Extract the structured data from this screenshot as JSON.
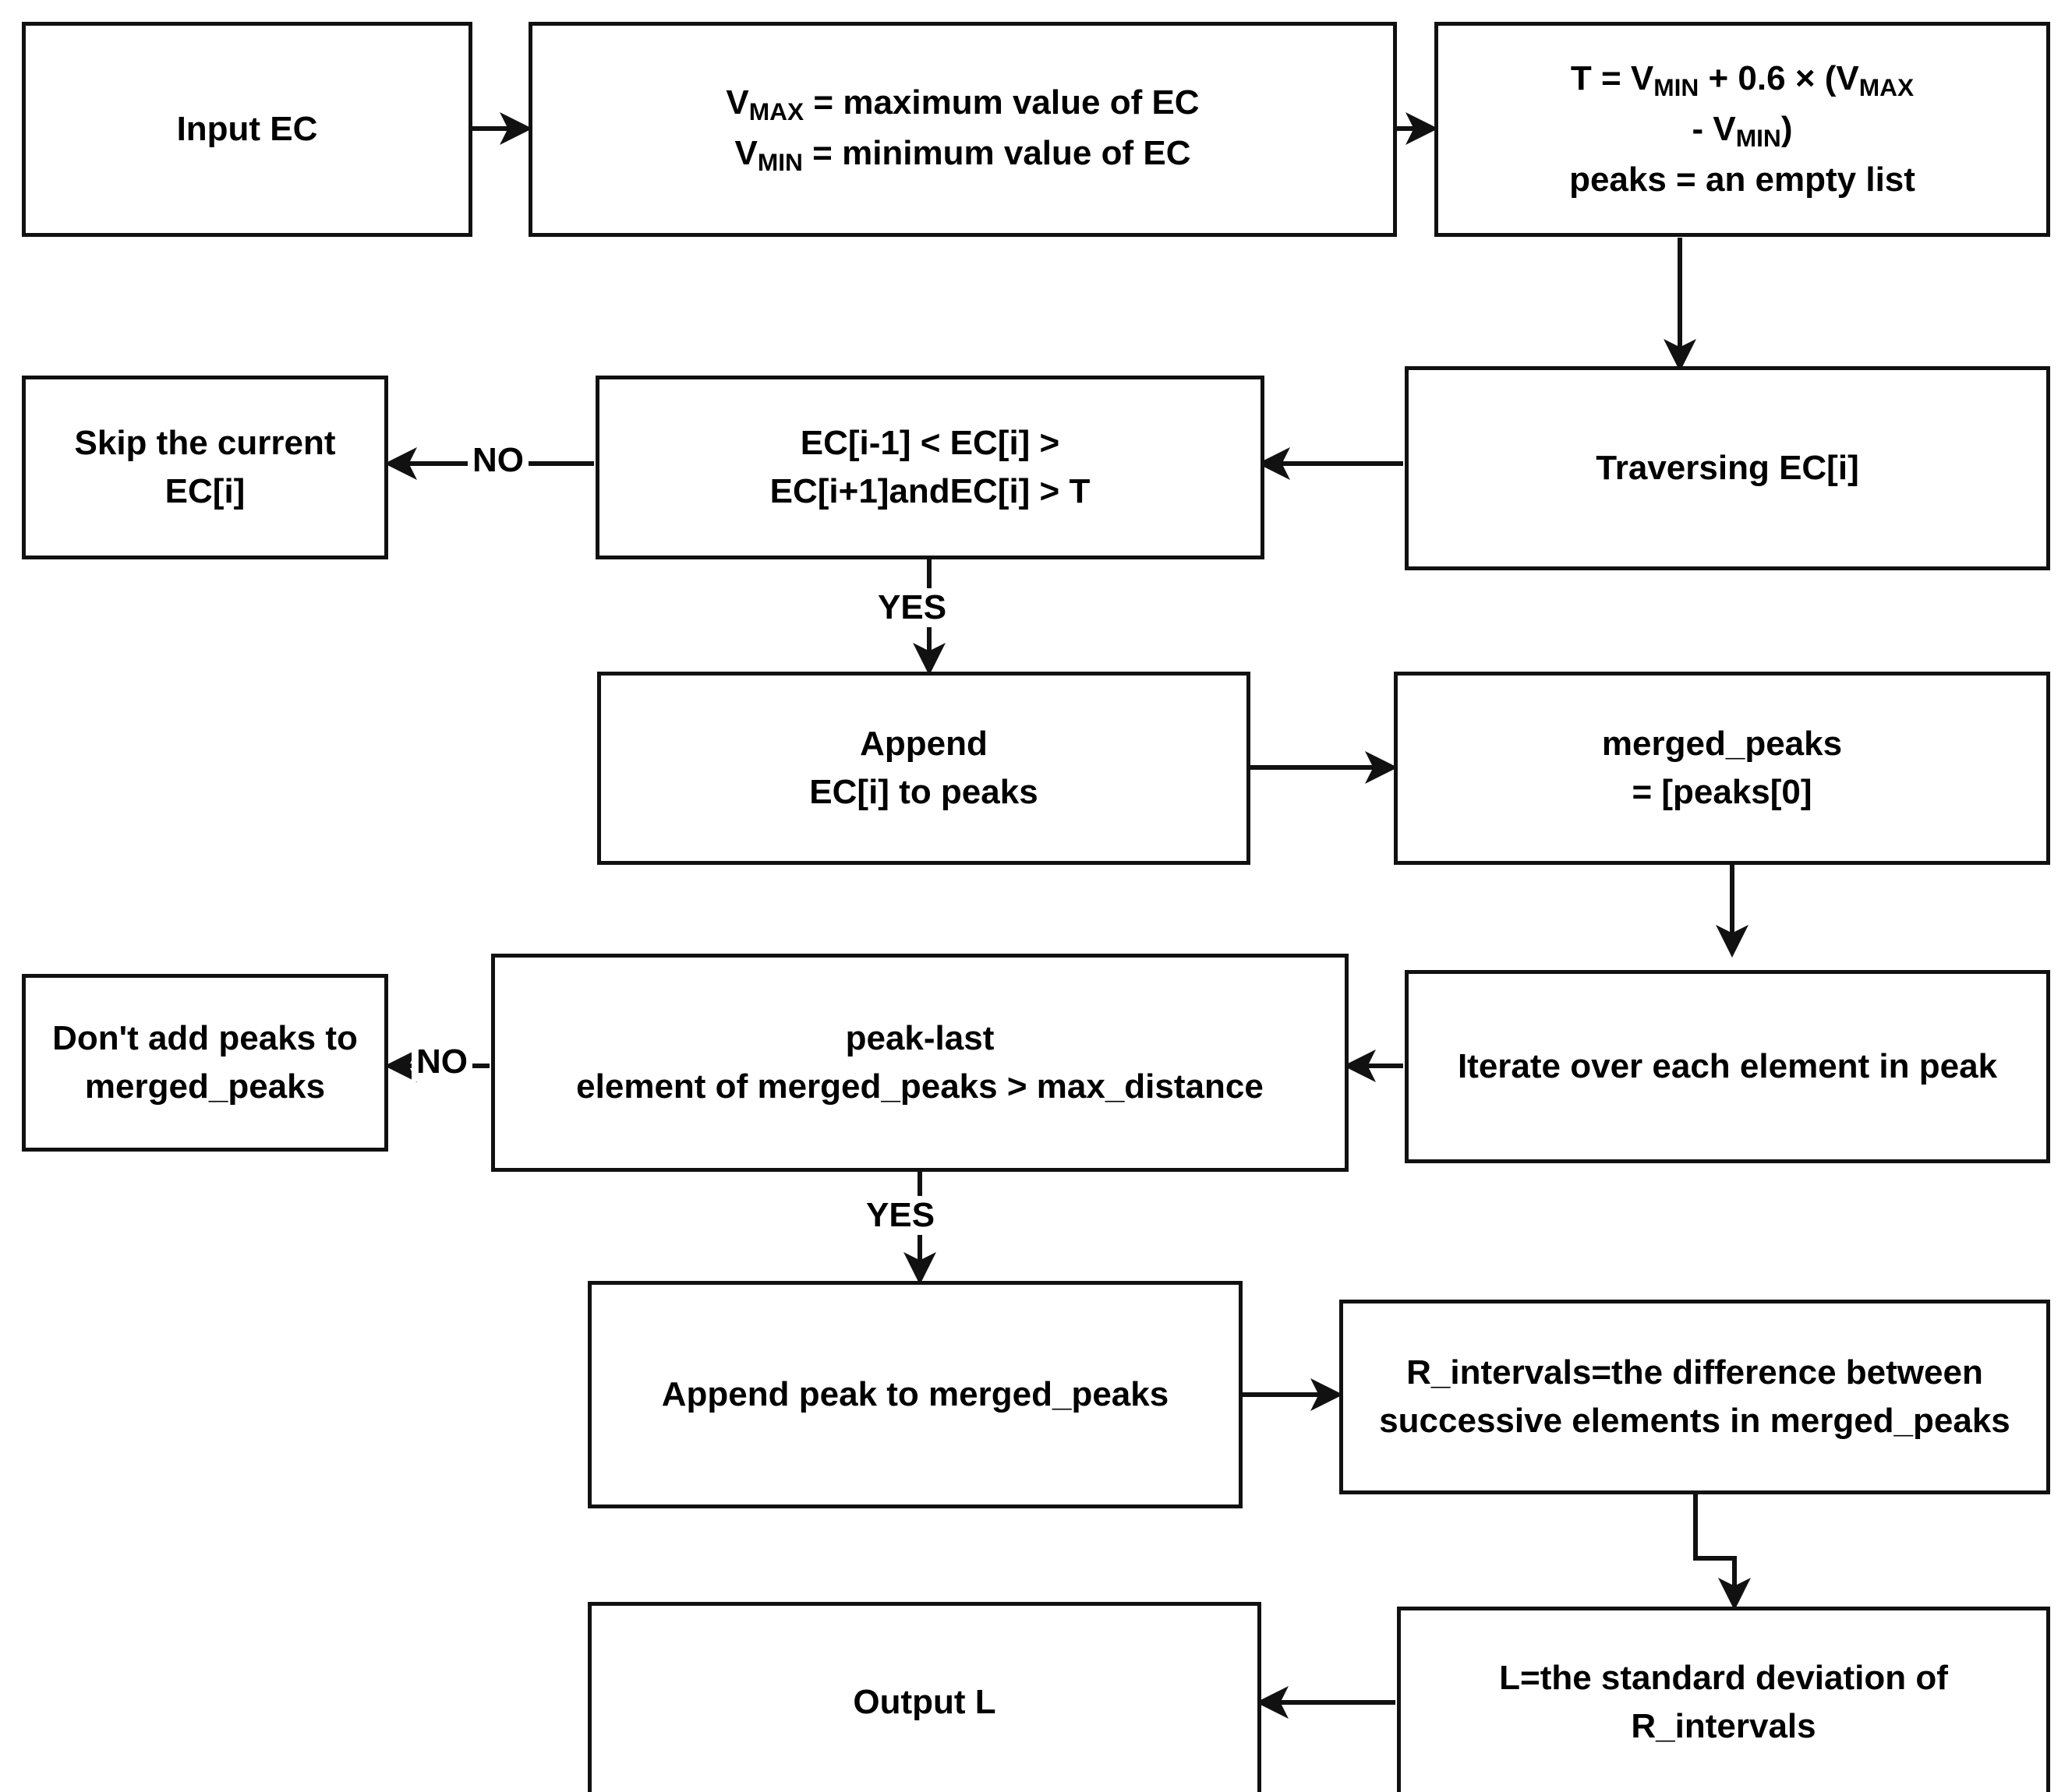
{
  "diagram": {
    "title": "EC peak detection and R-interval standard deviation flowchart",
    "colors": {
      "stroke": "#111111",
      "background": "#ffffff",
      "text": "#000000"
    },
    "nodes": [
      {
        "id": "input-ec",
        "label": "Input EC"
      },
      {
        "id": "compute-vmax-vmin",
        "label": "VMAX = maximum value of EC\nVMIN = minimum value of EC",
        "line1_prefix": "V",
        "line1_sub": "MAX",
        "line1_rest": " = maximum value of EC",
        "line2_prefix": "V",
        "line2_sub": "MIN",
        "line2_rest": " = minimum value of EC"
      },
      {
        "id": "compute-threshold",
        "label": "T = VMIN + 0.6 × (VMAX - VMIN)\npeaks = an empty list",
        "line1a": "T = V",
        "line1a_sub": "MIN",
        "line1b": " + 0.6 × (V",
        "line1b_sub": "MAX",
        "line2a": "- V",
        "line2a_sub": "MIN",
        "line2b": ")",
        "line3": "peaks = an empty list"
      },
      {
        "id": "traversing",
        "label": "Traversing EC[i]"
      },
      {
        "id": "peak-condition",
        "label": "EC[i-1] < EC[i] >\nEC[i+1]andEC[i] > T"
      },
      {
        "id": "skip-current",
        "label": "Skip the current\nEC[i]"
      },
      {
        "id": "append-peak",
        "label": "Append\nEC[i] to peaks"
      },
      {
        "id": "merged-peaks-init",
        "label": "merged_peaks\n= [peaks[0]"
      },
      {
        "id": "iterate-peak",
        "label": "Iterate over each element in peak"
      },
      {
        "id": "distance-condition",
        "label": "peak-last\nelement of merged_peaks > max_distance"
      },
      {
        "id": "dont-add-peaks",
        "label": "Don't add peaks to\nmerged_peaks"
      },
      {
        "id": "append-to-merged",
        "label": "Append peak to merged_peaks"
      },
      {
        "id": "r-intervals",
        "label": "R_intervals=the difference between\nsuccessive elements in merged_peaks"
      },
      {
        "id": "compute-l",
        "label": "L=the standard deviation of\nR_intervals"
      },
      {
        "id": "output-l",
        "label": "Output L"
      }
    ],
    "edge_labels": {
      "no_peak": "NO",
      "yes_peak": "YES",
      "no_distance": "NO",
      "yes_distance": "YES"
    }
  }
}
